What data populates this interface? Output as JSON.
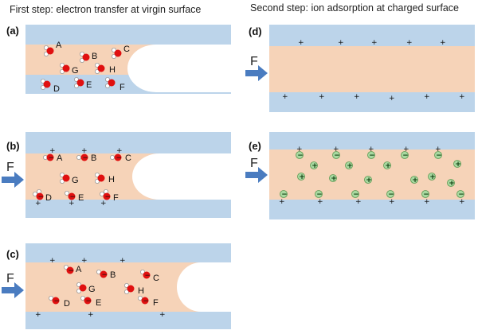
{
  "headings": {
    "left": "First step: electron transfer at virgin surface",
    "right": "Second step: ion adsorption at charged surface"
  },
  "panels": {
    "a": "(a)",
    "b": "(b)",
    "c": "(c)",
    "d": "(d)",
    "e": "(e)"
  },
  "force": "F",
  "molecules": {
    "A": "A",
    "B": "B",
    "C": "C",
    "D": "D",
    "E": "E",
    "F": "F",
    "G": "G",
    "H": "H"
  },
  "signs": {
    "positive": "+",
    "negative": "−"
  },
  "colors": {
    "wall": "#bcd4ea",
    "liquid": "#f6d3b8",
    "oxygen": "#e01010",
    "hydrogen": "#ffffff",
    "ion": "#a8d8a0",
    "arrow": "#4a7cc0"
  }
}
